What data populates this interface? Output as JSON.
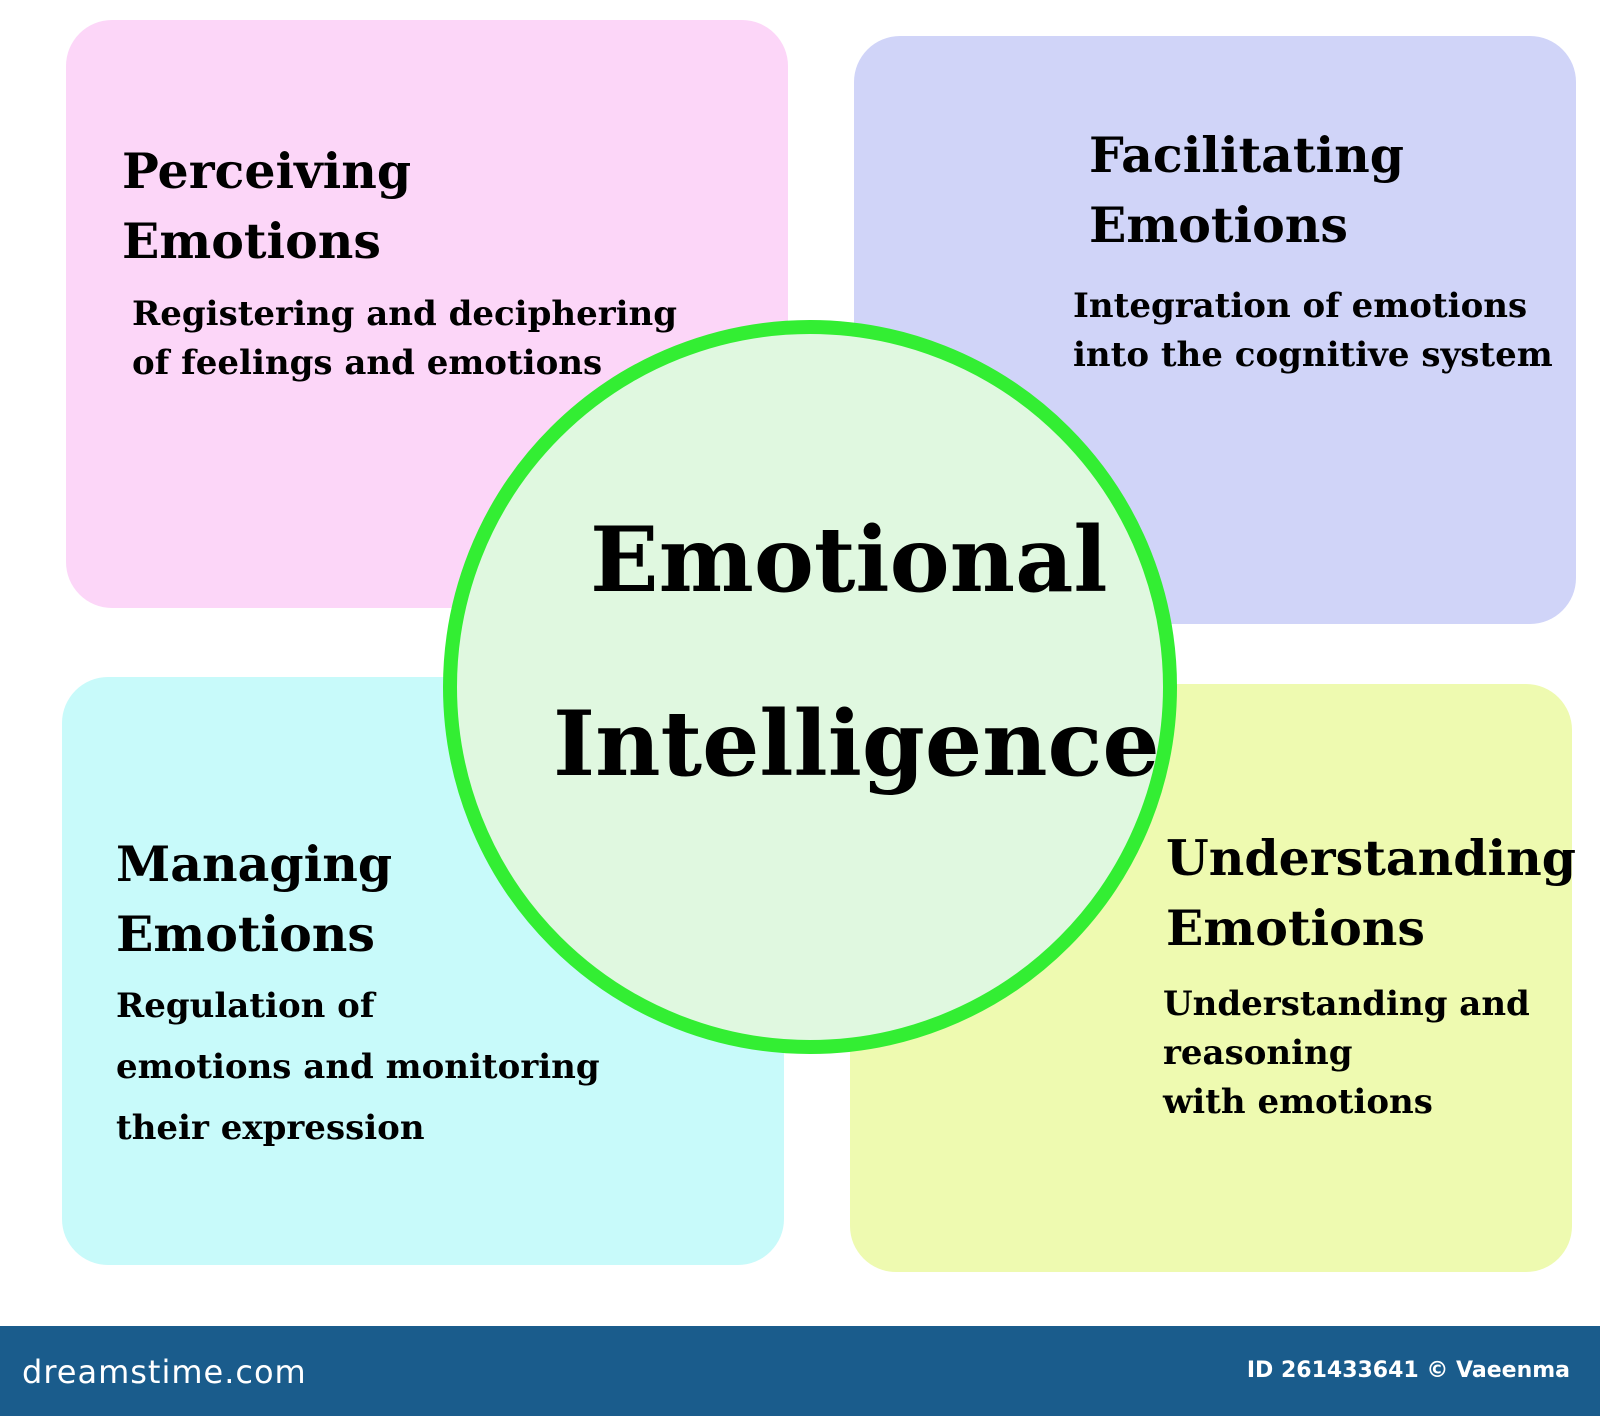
{
  "center": {
    "line1": "Emotional",
    "line2": "Intelligence",
    "border_color": "#33ee33",
    "fill_color": "#e0f8e0"
  },
  "boxes": {
    "perceiving": {
      "title": "Perceiving\nEmotions",
      "description": "Registering and deciphering\nof feelings and emotions",
      "color": "#fcd6f8"
    },
    "facilitating": {
      "title": "Facilitating\nEmotions",
      "description": "Integration of emotions\ninto the cognitive system",
      "color": "#d0d4f8"
    },
    "managing": {
      "title": "Managing\nEmotions",
      "description": "Regulation of\nemotions and monitoring\ntheir expression",
      "color": "#c8fafa"
    },
    "understanding": {
      "title": "Understanding\nEmotions",
      "description": "Understanding and\nreasoning\nwith emotions",
      "color": "#eefab0"
    }
  },
  "footer": {
    "brand": "dreamstime.com",
    "credit": "ID 261433641 © Vaeenma",
    "bar_color": "#1a5c8c"
  }
}
